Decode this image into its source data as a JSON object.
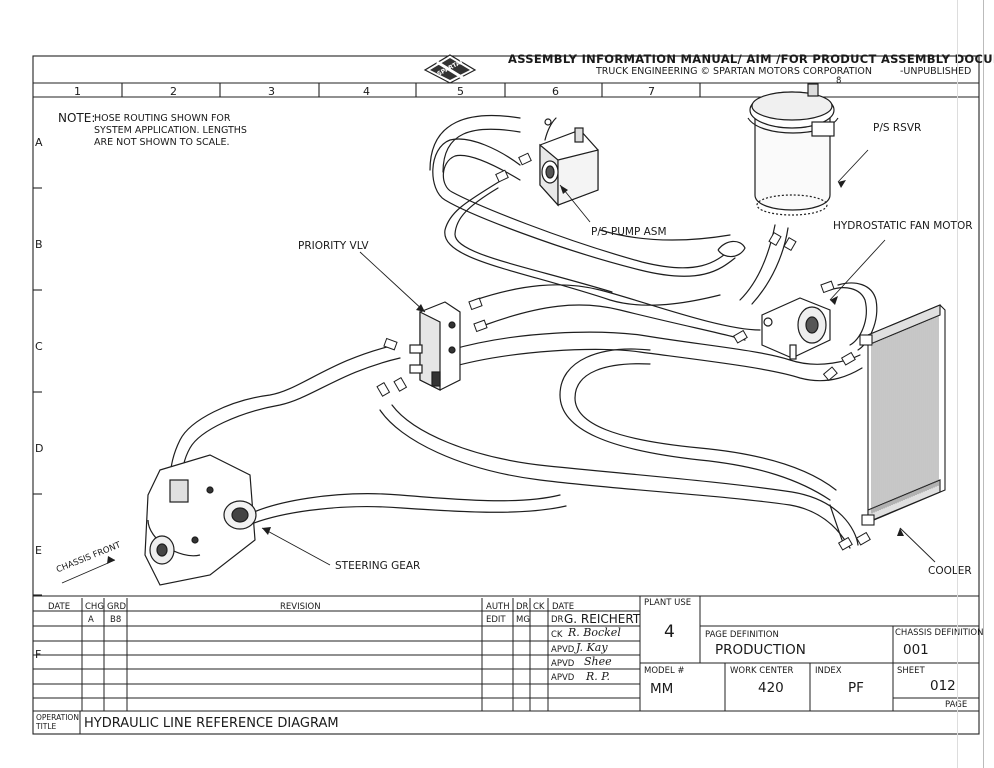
{
  "header": {
    "logo_text": "SPARTAN",
    "title": "ASSEMBLY INFORMATION MANUAL/ AIM /FOR PRODUCT ASSEMBLY DOCUMENT",
    "subtitle": "TRUCK ENGINEERING © SPARTAN MOTORS CORPORATION",
    "status": "-UNPUBLISHED",
    "extra": "8"
  },
  "grid": {
    "columns": [
      "1",
      "2",
      "3",
      "4",
      "5",
      "6",
      "7"
    ],
    "rows": [
      "A",
      "B",
      "C",
      "D",
      "E",
      "F"
    ]
  },
  "note": {
    "lead": "NOTE:",
    "lines": [
      "HOSE ROUTING SHOWN FOR",
      "SYSTEM APPLICATION. LENGTHS",
      "ARE NOT SHOWN TO SCALE."
    ]
  },
  "labels": {
    "pump": "P/S PUMP ASM",
    "reservoir": "P/S RSVR",
    "fan_motor": "HYDROSTATIC FAN MOTOR",
    "priority_valve": "PRIORITY VLV",
    "steering_gear": "STEERING GEAR",
    "cooler": "COOLER",
    "chassis_front": "CHASSIS FRONT"
  },
  "title_block": {
    "col_date": "DATE",
    "col_chg": "CHG",
    "col_grd": "GRD",
    "col_revision": "REVISION",
    "col_auth": "AUTH",
    "col_dr": "DR",
    "col_ck": "CK",
    "col_date2": "DATE",
    "rev_chg": "A",
    "rev_grd": "B8",
    "rev_auth": "EDIT",
    "rev_dr": "MG",
    "dr_label": "DR",
    "dr_name": "G. REICHERT",
    "ck_label": "CK",
    "ck_sig": "R. Bockel",
    "apvd_label": "APVD",
    "apvd1_sig": "J. Kay",
    "apvd2_sig": "Shee",
    "apvd3_sig": "R. P.",
    "plant_use_label": "PLANT USE",
    "plant_use": "4",
    "page_def_label": "PAGE DEFINITION",
    "page_def": "PRODUCTION",
    "chassis_def_label": "CHASSIS DEFINITION",
    "chassis_def": "001",
    "model_label": "MODEL #",
    "model": "MM",
    "work_center_label": "WORK CENTER",
    "work_center": "420",
    "index_label": "INDEX",
    "index": "PF",
    "sheet_label": "SHEET",
    "sheet": "012",
    "page_label": "PAGE",
    "op_label_1": "OPERATION",
    "op_label_2": "TITLE",
    "op_title": "HYDRAULIC LINE REFERENCE DIAGRAM"
  }
}
